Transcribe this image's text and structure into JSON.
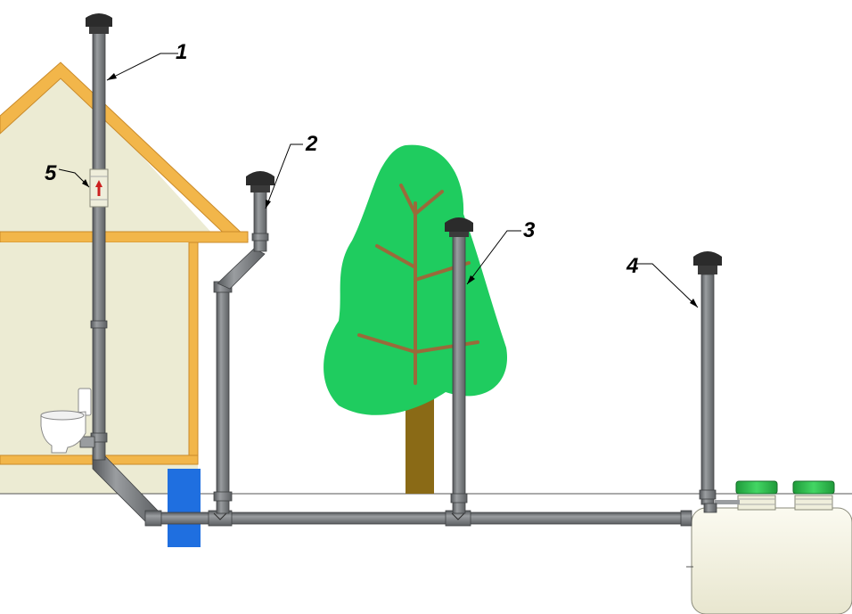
{
  "callouts": [
    {
      "label": "1"
    },
    {
      "label": "2"
    },
    {
      "label": "3"
    },
    {
      "label": "4"
    },
    {
      "label": "5"
    }
  ],
  "colors": {
    "pipe": "#7a7d80",
    "pipe_dark": "#4a4c4e",
    "cap": "#2b2b2b",
    "house_wall": "#ecebd3",
    "house_frame": "#f2b64a",
    "foliage": "#1fcc5f",
    "trunk": "#8a6a16",
    "branch": "#9a6a3a",
    "ground_block": "#1f6fe0",
    "tank": "#f5f4e4",
    "tank_lid": "#2db84a",
    "valve_arrow": "#cc2020"
  }
}
